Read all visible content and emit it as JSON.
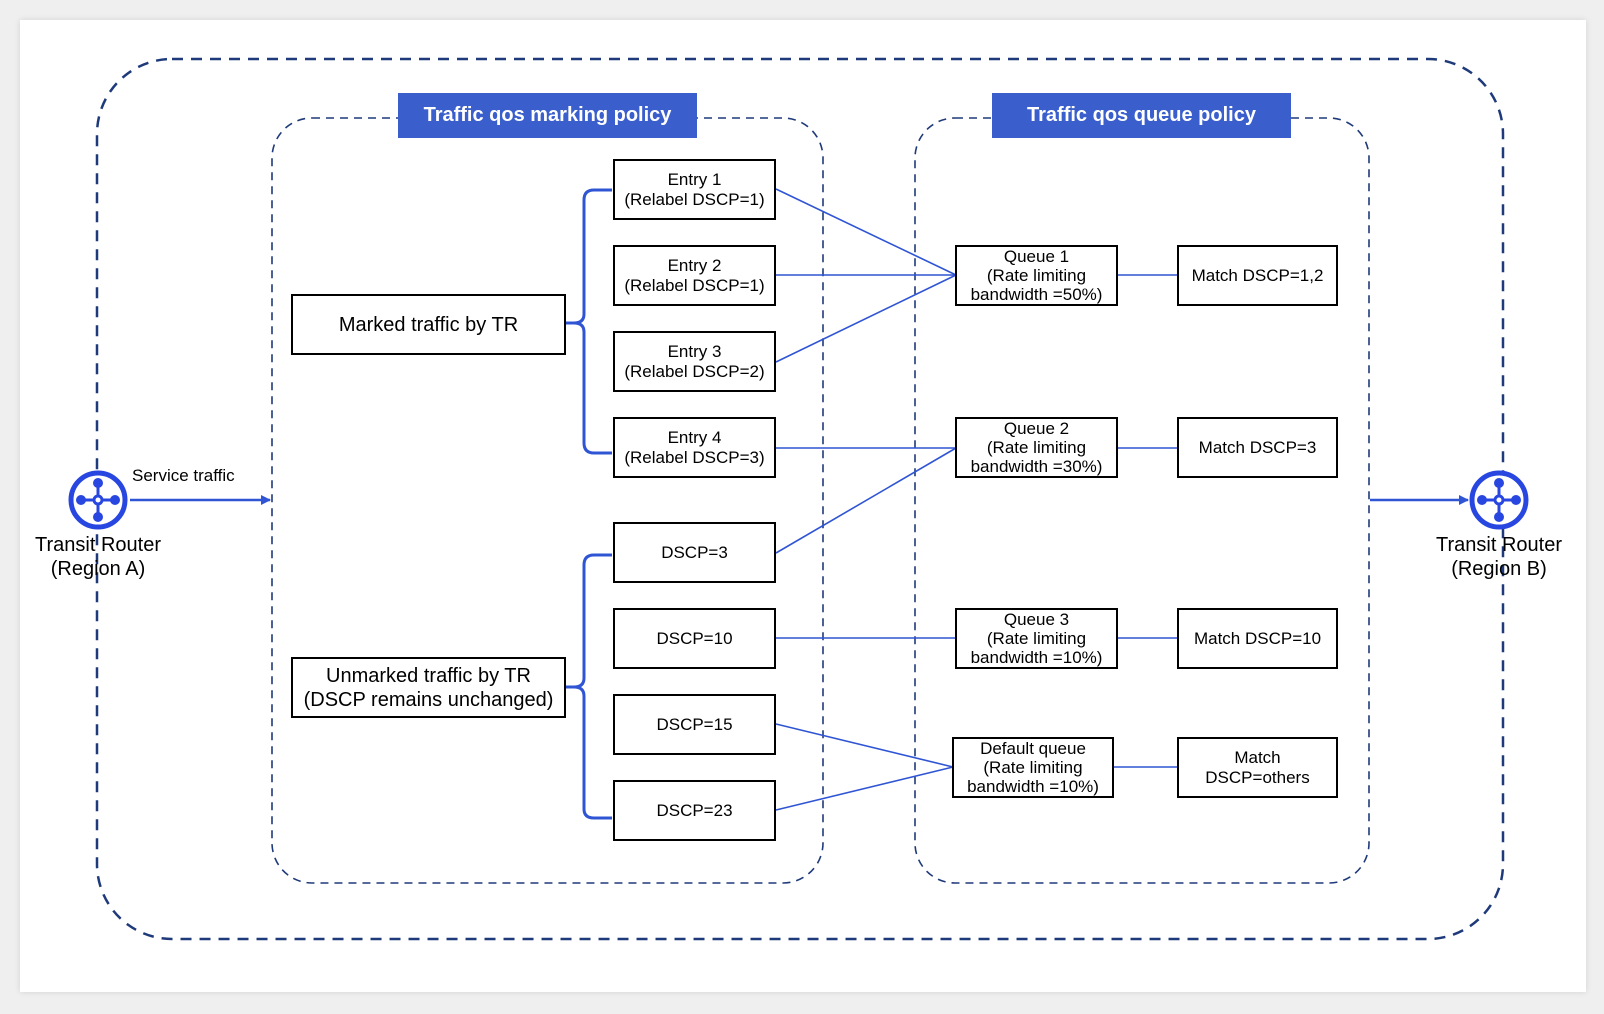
{
  "colors": {
    "accent": "#3a5fcd",
    "connector": "#2f55d4",
    "dash": "#1f3a7a",
    "router": "#2846e0"
  },
  "routers": {
    "left": {
      "line1": "Transit Router",
      "line2": "(Region A)",
      "icon": "router-icon"
    },
    "right": {
      "line1": "Transit Router",
      "line2": "(Region B)",
      "icon": "router-icon"
    }
  },
  "edge_label": "Service traffic",
  "marking_policy": {
    "title": "Traffic qos marking policy",
    "marked_group": "Marked traffic by TR",
    "unmarked_group": {
      "line1": "Unmarked traffic by TR",
      "line2": "(DSCP remains unchanged)"
    },
    "entries": [
      {
        "line1": "Entry 1",
        "line2": "(Relabel DSCP=1)"
      },
      {
        "line1": "Entry 2",
        "line2": "(Relabel DSCP=1)"
      },
      {
        "line1": "Entry 3",
        "line2": "(Relabel DSCP=2)"
      },
      {
        "line1": "Entry 4",
        "line2": "(Relabel DSCP=3)"
      }
    ],
    "dscp": [
      "DSCP=3",
      "DSCP=10",
      "DSCP=15",
      "DSCP=23"
    ]
  },
  "queue_policy": {
    "title": "Traffic qos queue policy",
    "queues": [
      {
        "line1": "Queue 1",
        "line2": "(Rate limiting",
        "line3": "bandwidth =50%)"
      },
      {
        "line1": "Queue 2",
        "line2": "(Rate limiting",
        "line3": "bandwidth =30%)"
      },
      {
        "line1": "Queue 3",
        "line2": "(Rate limiting",
        "line3": "bandwidth =10%)"
      },
      {
        "line1": "Default queue",
        "line2": "(Rate limiting",
        "line3": "bandwidth =10%)"
      }
    ],
    "matches": [
      {
        "line1": "Match DSCP=1,2",
        "line2": ""
      },
      {
        "line1": "Match DSCP=3",
        "line2": ""
      },
      {
        "line1": "Match DSCP=10",
        "line2": ""
      },
      {
        "line1": "Match",
        "line2": "DSCP=others"
      }
    ]
  }
}
